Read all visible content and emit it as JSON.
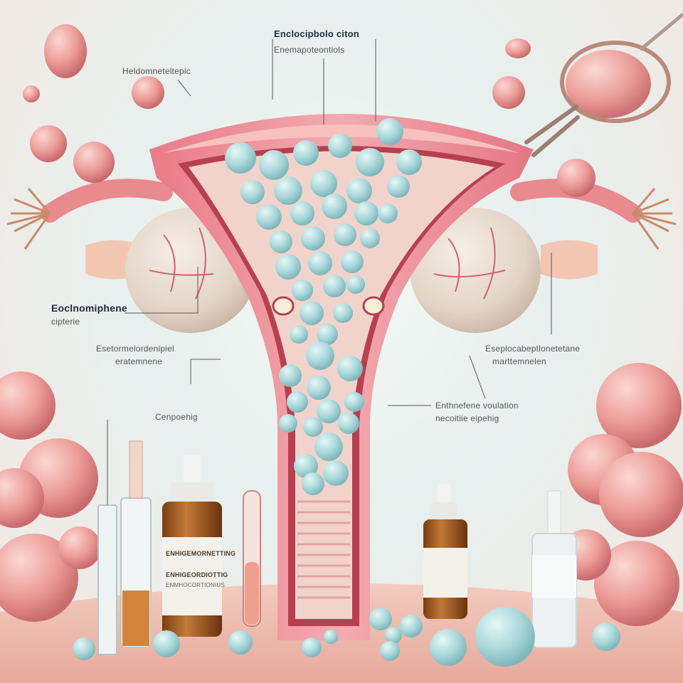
{
  "labels": {
    "top_title": "Enclocipbolo citon",
    "top_subtitle": "Enemapoteontiols",
    "upper_left": "Heldomneteltepic",
    "left_title": "Eoclnomiphene",
    "left_subtitle": "cipterie",
    "mid_left": "Esetormelordenipiel",
    "mid_left_sub": "eratemnene",
    "right_title": "Eseplocabeptlonetetane",
    "right_sub": "marttemnelen",
    "center_right_title": "Enthnefene voulation",
    "center_right_sub": "necoitiie eipehig",
    "lower_left": "Cenpoehig",
    "bottle_left_line1": "ENHIGEMORNETTING",
    "bottle_left_line2": "ENHIGEORDIOTTIG",
    "bottle_left_line3": "ENMHOCORTIONIUS"
  },
  "colors": {
    "tissue": "#e88a8e",
    "tissue_dark": "#c9566a",
    "ovary": "#e9ddd2",
    "follicle": "#a9d7da",
    "background": "#eaf2f0"
  }
}
